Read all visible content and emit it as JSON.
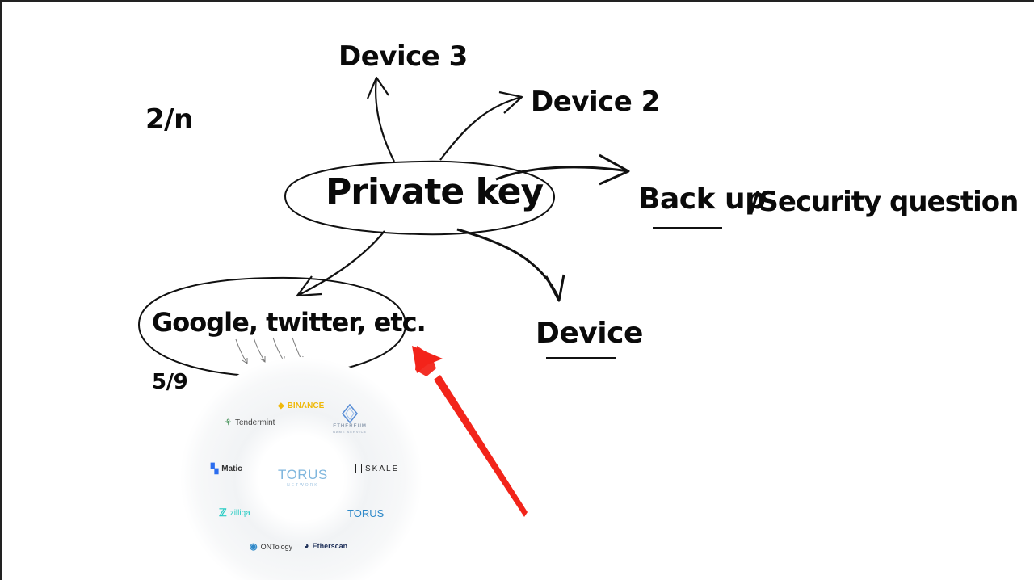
{
  "diagram": {
    "center": "Private key",
    "device3": "Device 3",
    "device2": "Device 2",
    "backup": "Back up",
    "security": "/Security question",
    "device": "Device",
    "social": "Google, twitter, etc.",
    "threshold": "2/n",
    "nodes_count": "5/9"
  },
  "network_logos": {
    "binance": "BINANCE",
    "ens_line1": "ETHEREUM",
    "ens_line2": "NAME SERVICE",
    "tendermint": "Tendermint",
    "matic": "Matic",
    "torus_center": "TORUS",
    "torus_center_sub": "NETWORK",
    "skale": "SKALE",
    "zilliqa": "zilliqa",
    "torus": "TORUS",
    "ontology": "ONTology",
    "etherscan": "Etherscan"
  },
  "colors": {
    "ink": "#0a0a0a",
    "highlight_arrow": "#f2241a",
    "binance": "#f0b90b",
    "torus": "#2f89c9",
    "matic": "#2b6def",
    "zilliqa": "#29ccc4"
  },
  "icons": {
    "binance": "binance-diamond-icon",
    "ens": "ens-diamond-icon",
    "tendermint": "tendermint-icon",
    "matic": "matic-icon",
    "skale": "skale-icon",
    "zilliqa": "zilliqa-icon",
    "ontology": "ontology-icon",
    "etherscan": "etherscan-icon"
  }
}
